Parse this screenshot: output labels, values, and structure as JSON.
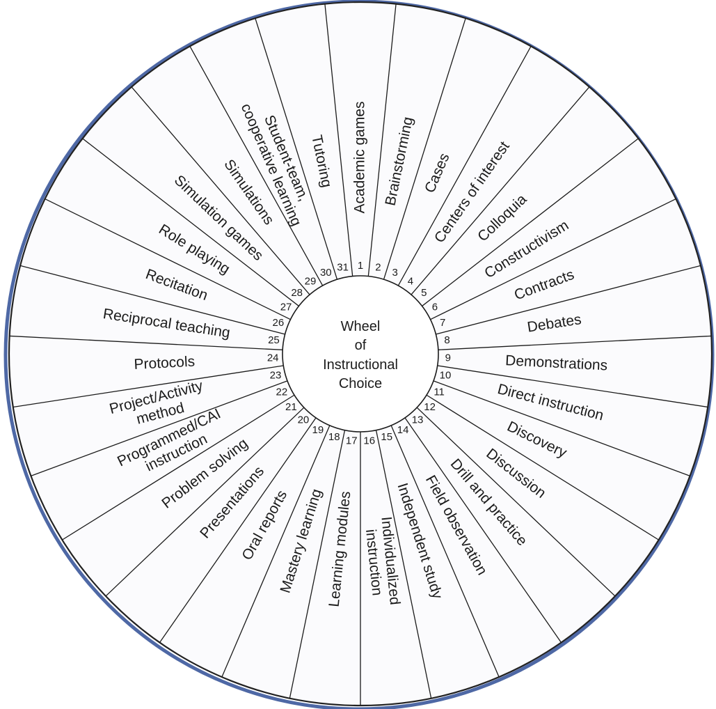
{
  "hub": {
    "lines": [
      "Wheel",
      "of",
      "Instructional",
      "Choice"
    ]
  },
  "segments": [
    {
      "number": "1",
      "label": [
        "Academic games"
      ]
    },
    {
      "number": "2",
      "label": [
        "Brainstorming"
      ]
    },
    {
      "number": "3",
      "label": [
        "Cases"
      ]
    },
    {
      "number": "4",
      "label": [
        "Centers of interest"
      ]
    },
    {
      "number": "5",
      "label": [
        "Colloquia"
      ]
    },
    {
      "number": "6",
      "label": [
        "Constructivism"
      ]
    },
    {
      "number": "7",
      "label": [
        "Contracts"
      ]
    },
    {
      "number": "8",
      "label": [
        "Debates"
      ]
    },
    {
      "number": "9",
      "label": [
        "Demonstrations"
      ]
    },
    {
      "number": "10",
      "label": [
        "Direct instruction"
      ]
    },
    {
      "number": "11",
      "label": [
        "Discovery"
      ]
    },
    {
      "number": "12",
      "label": [
        "Discussion"
      ]
    },
    {
      "number": "13",
      "label": [
        "Drill and practice"
      ]
    },
    {
      "number": "14",
      "label": [
        "Field observation"
      ]
    },
    {
      "number": "15",
      "label": [
        "Independent study"
      ]
    },
    {
      "number": "16",
      "label": [
        "Individualized",
        "instruction"
      ]
    },
    {
      "number": "17",
      "label": [
        "Learning modules"
      ]
    },
    {
      "number": "18",
      "label": [
        "Mastery learning"
      ]
    },
    {
      "number": "19",
      "label": [
        "Oral reports"
      ]
    },
    {
      "number": "20",
      "label": [
        "Presentations"
      ]
    },
    {
      "number": "21",
      "label": [
        "Problem solving"
      ]
    },
    {
      "number": "22",
      "label": [
        "Programmed/CAI",
        "instruction"
      ]
    },
    {
      "number": "23",
      "label": [
        "Project/Activity",
        "method"
      ]
    },
    {
      "number": "24",
      "label": [
        "Protocols"
      ]
    },
    {
      "number": "25",
      "label": [
        "Reciprocal teaching"
      ]
    },
    {
      "number": "26",
      "label": [
        "Recitation"
      ]
    },
    {
      "number": "27",
      "label": [
        "Role playing"
      ]
    },
    {
      "number": "28",
      "label": [
        "Simulation games"
      ]
    },
    {
      "number": "29",
      "label": [
        "Simulations"
      ]
    },
    {
      "number": "30",
      "label": [
        "Student-team,",
        "cooperative learning"
      ]
    },
    {
      "number": "31",
      "label": [
        "Tutoring"
      ]
    }
  ]
}
